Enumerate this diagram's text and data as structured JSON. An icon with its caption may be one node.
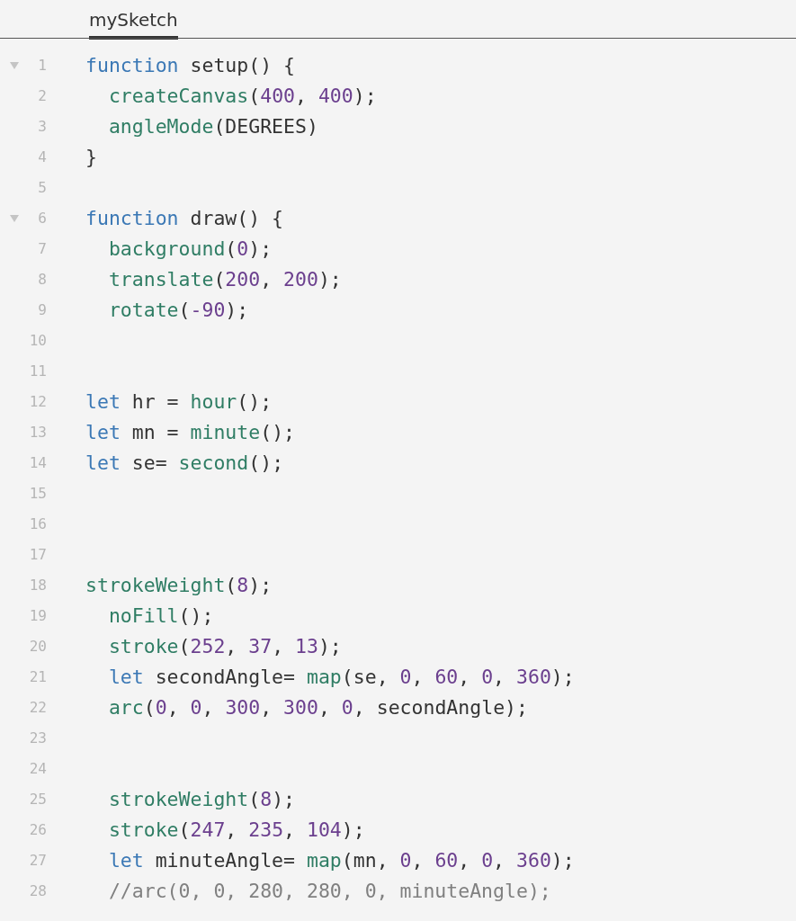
{
  "diagram": {
    "labels": [
      "mySketch",
      "1",
      "function setup() {",
      "2",
      "  createCanvas(400, 400);",
      "3",
      "  angleMode(DEGREES)",
      "4",
      "}",
      "5",
      "6",
      "function draw() {",
      "7",
      "  background(0);",
      "8",
      "  translate(200, 200);",
      "9",
      "  rotate(-90);",
      "10",
      "11",
      "12",
      "let hr = hour();",
      "13",
      "let mn = minute();",
      "14",
      "let se= second();",
      "15",
      "16",
      "17",
      "18",
      "strokeWeight(8);",
      "19",
      "  noFill();",
      "20",
      "  stroke(252, 37, 13);",
      "21",
      "  let secondAngle= map(se, 0, 60, 0, 360);",
      "22",
      "  arc(0, 0, 300, 300, 0, secondAngle);",
      "23",
      "24",
      "25",
      "  strokeWeight(8);",
      "26",
      "  stroke(247, 235, 104);",
      "27",
      "  let minuteAngle= map(mn, 0, 60, 0, 360);",
      "28",
      "  //arc(0, 0, 280, 280, 0, minuteAngle);"
    ]
  }
}
